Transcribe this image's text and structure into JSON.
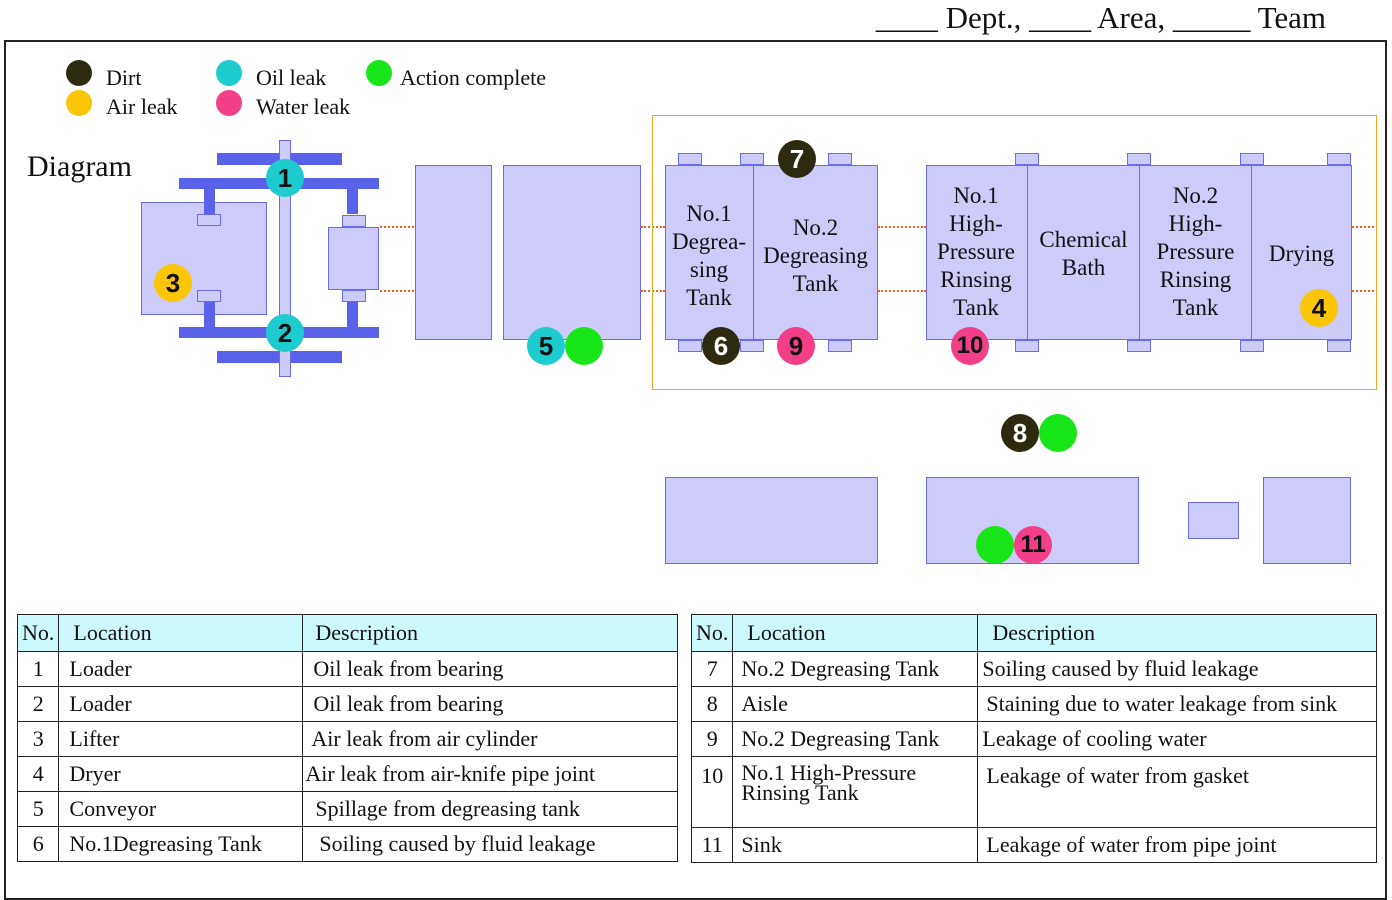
{
  "header": {
    "text": "____ Dept., ____ Area, _____ Team"
  },
  "legend": [
    {
      "key": "dirt",
      "label": "Dirt",
      "color": "#2d2a0f"
    },
    {
      "key": "oil",
      "label": "Oil leak",
      "color": "#1ecbcf"
    },
    {
      "key": "done",
      "label": "Action complete",
      "color": "#19e619"
    },
    {
      "key": "air",
      "label": "Air leak",
      "color": "#fbc60a"
    },
    {
      "key": "water",
      "label": "Water leak",
      "color": "#f33f88"
    }
  ],
  "diagram": {
    "title": "Diagram",
    "tanks": {
      "t1": [
        "No.1",
        "Degrea-",
        "sing",
        "Tank"
      ],
      "t2": [
        "No.2",
        "Degreasing",
        "Tank"
      ],
      "t3": [
        "No.1",
        "High-",
        "Pressure",
        "Rinsing",
        "Tank"
      ],
      "t4": [
        "Chemical",
        "Bath"
      ],
      "t5": [
        "No.2",
        "High-",
        "Pressure",
        "Rinsing",
        "Tank"
      ],
      "t6": [
        "Drying"
      ]
    },
    "markers": [
      {
        "no": "1",
        "type": "oil"
      },
      {
        "no": "2",
        "type": "oil"
      },
      {
        "no": "3",
        "type": "air"
      },
      {
        "no": "4",
        "type": "air"
      },
      {
        "no": "5",
        "type": "oil"
      },
      {
        "no": "6",
        "type": "dirt"
      },
      {
        "no": "7",
        "type": "dirt"
      },
      {
        "no": "8",
        "type": "dirt"
      },
      {
        "no": "9",
        "type": "water"
      },
      {
        "no": "10",
        "type": "water"
      },
      {
        "no": "11",
        "type": "water"
      }
    ]
  },
  "table_left": {
    "headers": [
      "No.",
      "Location",
      "Description"
    ],
    "rows": [
      [
        "1",
        "Loader",
        "Oil leak from bearing"
      ],
      [
        "2",
        "Loader",
        "Oil leak from bearing"
      ],
      [
        "3",
        "Lifter",
        "Air leak from air cylinder"
      ],
      [
        "4",
        "Dryer",
        "Air leak from air-knife pipe joint"
      ],
      [
        "5",
        "Conveyor",
        "Spillage from degreasing tank"
      ],
      [
        "6",
        "No.1Degreasing Tank",
        "Soiling caused by fluid leakage"
      ]
    ]
  },
  "table_right": {
    "headers": [
      "No.",
      "Location",
      "Description"
    ],
    "rows": [
      [
        "7",
        "No.2 Degreasing Tank",
        "Soiling caused by fluid leakage"
      ],
      [
        "8",
        "Aisle",
        "Staining due to water leakage from sink"
      ],
      [
        "9",
        "No.2 Degreasing Tank",
        "Leakage of cooling water"
      ],
      [
        "10",
        "No.1 High-Pressure Rinsing Tank",
        "Leakage of water from gasket"
      ],
      [
        "11",
        "Sink",
        "Leakage of water from pipe joint"
      ]
    ]
  }
}
